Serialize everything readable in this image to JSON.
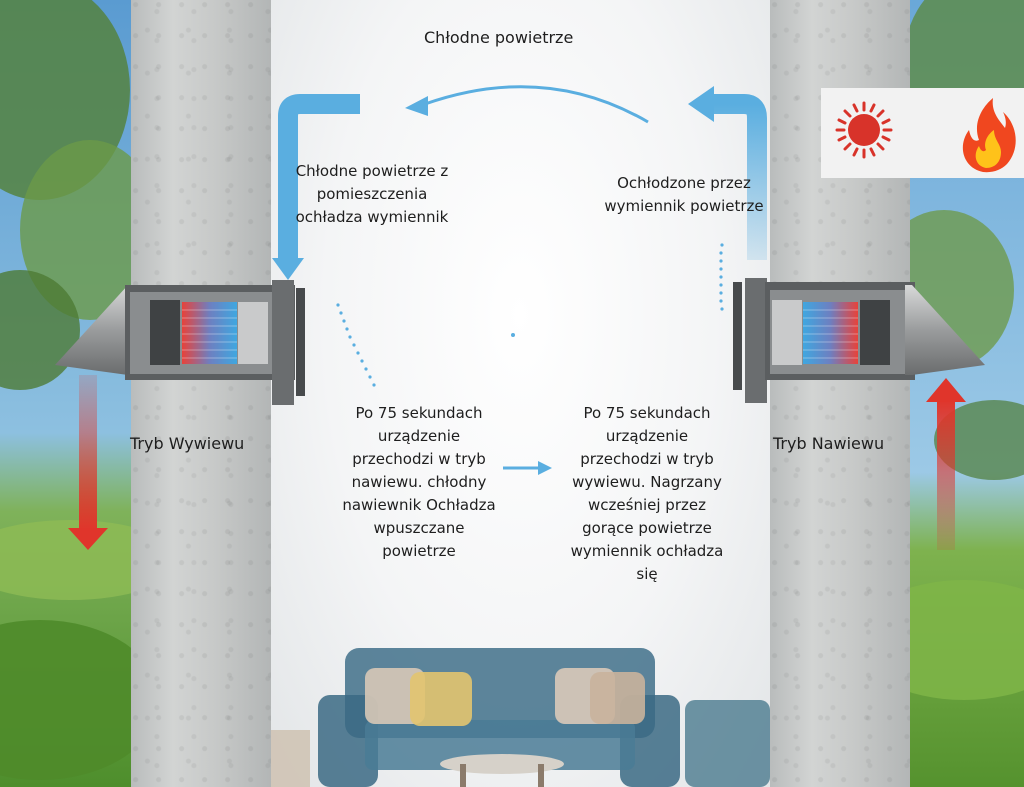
{
  "labels": {
    "top_title": "Chłodne powietrze",
    "left_room_air": [
      "Chłodne powietrze z",
      "pomieszczenia",
      "ochładza wymiennik"
    ],
    "right_cooled_air": [
      "Ochłodzone przez",
      "wymiennik powietrze"
    ],
    "left_mode": "Tryb Wywiewu",
    "right_mode": "Tryb Nawiewu",
    "center_left_text": [
      "Po 75 sekundach",
      "urządzenie",
      "przechodzi w tryb",
      "nawiewu. chłodny",
      "nawiewnik Ochładza",
      "wpuszczane",
      "powietrze"
    ],
    "center_right_text": [
      "Po 75 sekundach",
      "urządzenie",
      "przechodzi w tryb",
      "wywiewu. Nagrzany",
      "wcześniej przez",
      "gorące powietrze",
      "wymiennik ochładza",
      "się"
    ]
  },
  "icons": {
    "sun": "sun-icon",
    "fire": "fire-icon"
  },
  "colors": {
    "cool_arrow": "#5aaee0",
    "warm_arrow": "#e0352b",
    "sun": "#d8332a",
    "flame_outer": "#f0471f",
    "flame_inner": "#ffc21a"
  }
}
